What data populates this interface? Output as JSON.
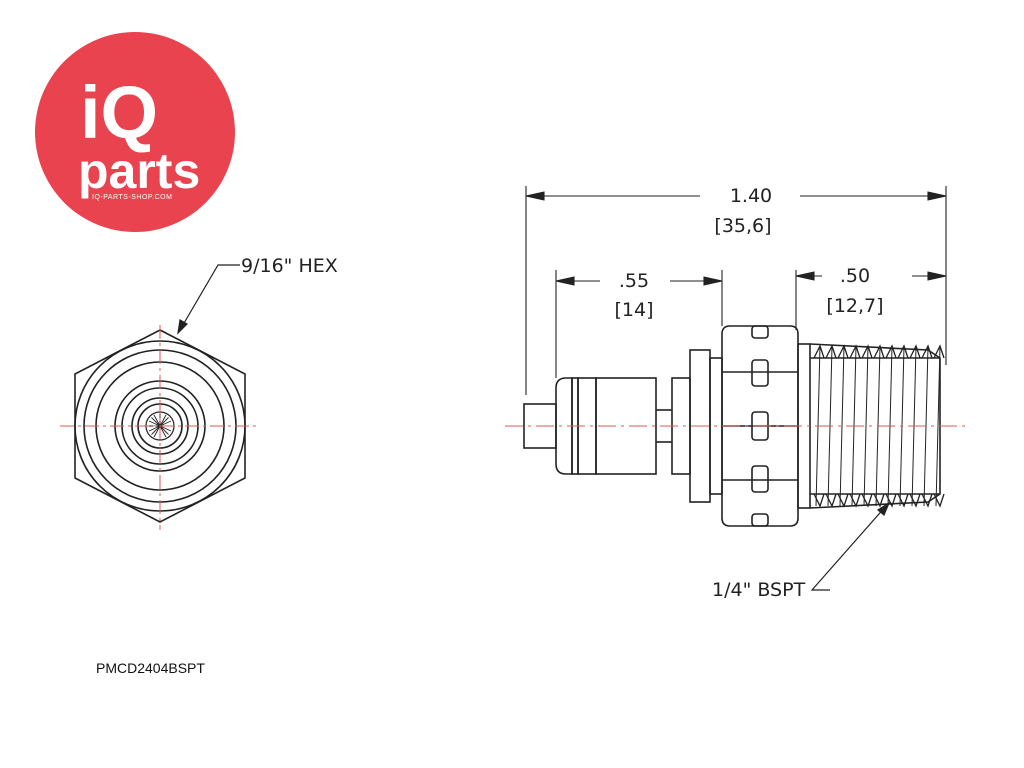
{
  "logo": {
    "line1": "iQ",
    "line2": "parts",
    "url": "IQ-PARTS-SHOP.COM",
    "color": "#e8434f"
  },
  "labels": {
    "hex": "9/16\" HEX",
    "thread": "1/4\" BSPT"
  },
  "dimensions": {
    "overall": {
      "value": "1.40",
      "metric": "[35,6]"
    },
    "stem": {
      "value": ".55",
      "metric": "[14]"
    },
    "thread_length": {
      "value": ".50",
      "metric": "[12,7]"
    }
  },
  "part_number": "PMCD2404BSPT",
  "colors": {
    "line": "#222222",
    "centerline": "#e05555"
  }
}
